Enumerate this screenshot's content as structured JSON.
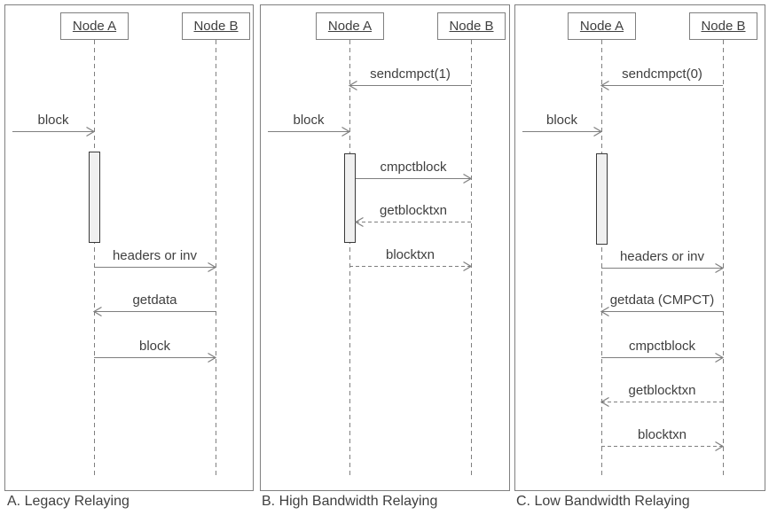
{
  "colors": {
    "panel_border": "#808080",
    "line": "#7f7f7f",
    "text": "#3f3f3f",
    "activation_fill": "#f0f0f0",
    "activation_border": "#3a3a3a",
    "background": "#ffffff"
  },
  "panels": [
    {
      "id": "A",
      "caption": "A. Legacy Relaying",
      "node_a": "Node A",
      "node_b": "Node B",
      "messages": [
        {
          "label": "block",
          "from": "network",
          "to": "Node A",
          "style": "solid"
        },
        {
          "label": "headers or inv",
          "from": "Node A",
          "to": "Node B",
          "style": "solid"
        },
        {
          "label": "getdata",
          "from": "Node B",
          "to": "Node A",
          "style": "solid"
        },
        {
          "label": "block",
          "from": "Node A",
          "to": "Node B",
          "style": "solid"
        }
      ]
    },
    {
      "id": "B",
      "caption": "B. High Bandwidth Relaying",
      "node_a": "Node A",
      "node_b": "Node B",
      "messages": [
        {
          "label": "sendcmpct(1)",
          "from": "Node B",
          "to": "Node A",
          "style": "solid"
        },
        {
          "label": "block",
          "from": "network",
          "to": "Node A",
          "style": "solid"
        },
        {
          "label": "cmpctblock",
          "from": "Node A",
          "to": "Node B",
          "style": "solid"
        },
        {
          "label": "getblocktxn",
          "from": "Node B",
          "to": "Node A",
          "style": "dashed"
        },
        {
          "label": "blocktxn",
          "from": "Node A",
          "to": "Node B",
          "style": "dashed"
        }
      ]
    },
    {
      "id": "C",
      "caption": "C. Low Bandwidth Relaying",
      "node_a": "Node A",
      "node_b": "Node B",
      "messages": [
        {
          "label": "sendcmpct(0)",
          "from": "Node B",
          "to": "Node A",
          "style": "solid"
        },
        {
          "label": "block",
          "from": "network",
          "to": "Node A",
          "style": "solid"
        },
        {
          "label": "headers or inv",
          "from": "Node A",
          "to": "Node B",
          "style": "solid"
        },
        {
          "label": "getdata (CMPCT)",
          "from": "Node B",
          "to": "Node A",
          "style": "solid"
        },
        {
          "label": "cmpctblock",
          "from": "Node A",
          "to": "Node B",
          "style": "solid"
        },
        {
          "label": "getblocktxn",
          "from": "Node B",
          "to": "Node A",
          "style": "dashed"
        },
        {
          "label": "blocktxn",
          "from": "Node A",
          "to": "Node B",
          "style": "dashed"
        }
      ]
    }
  ]
}
